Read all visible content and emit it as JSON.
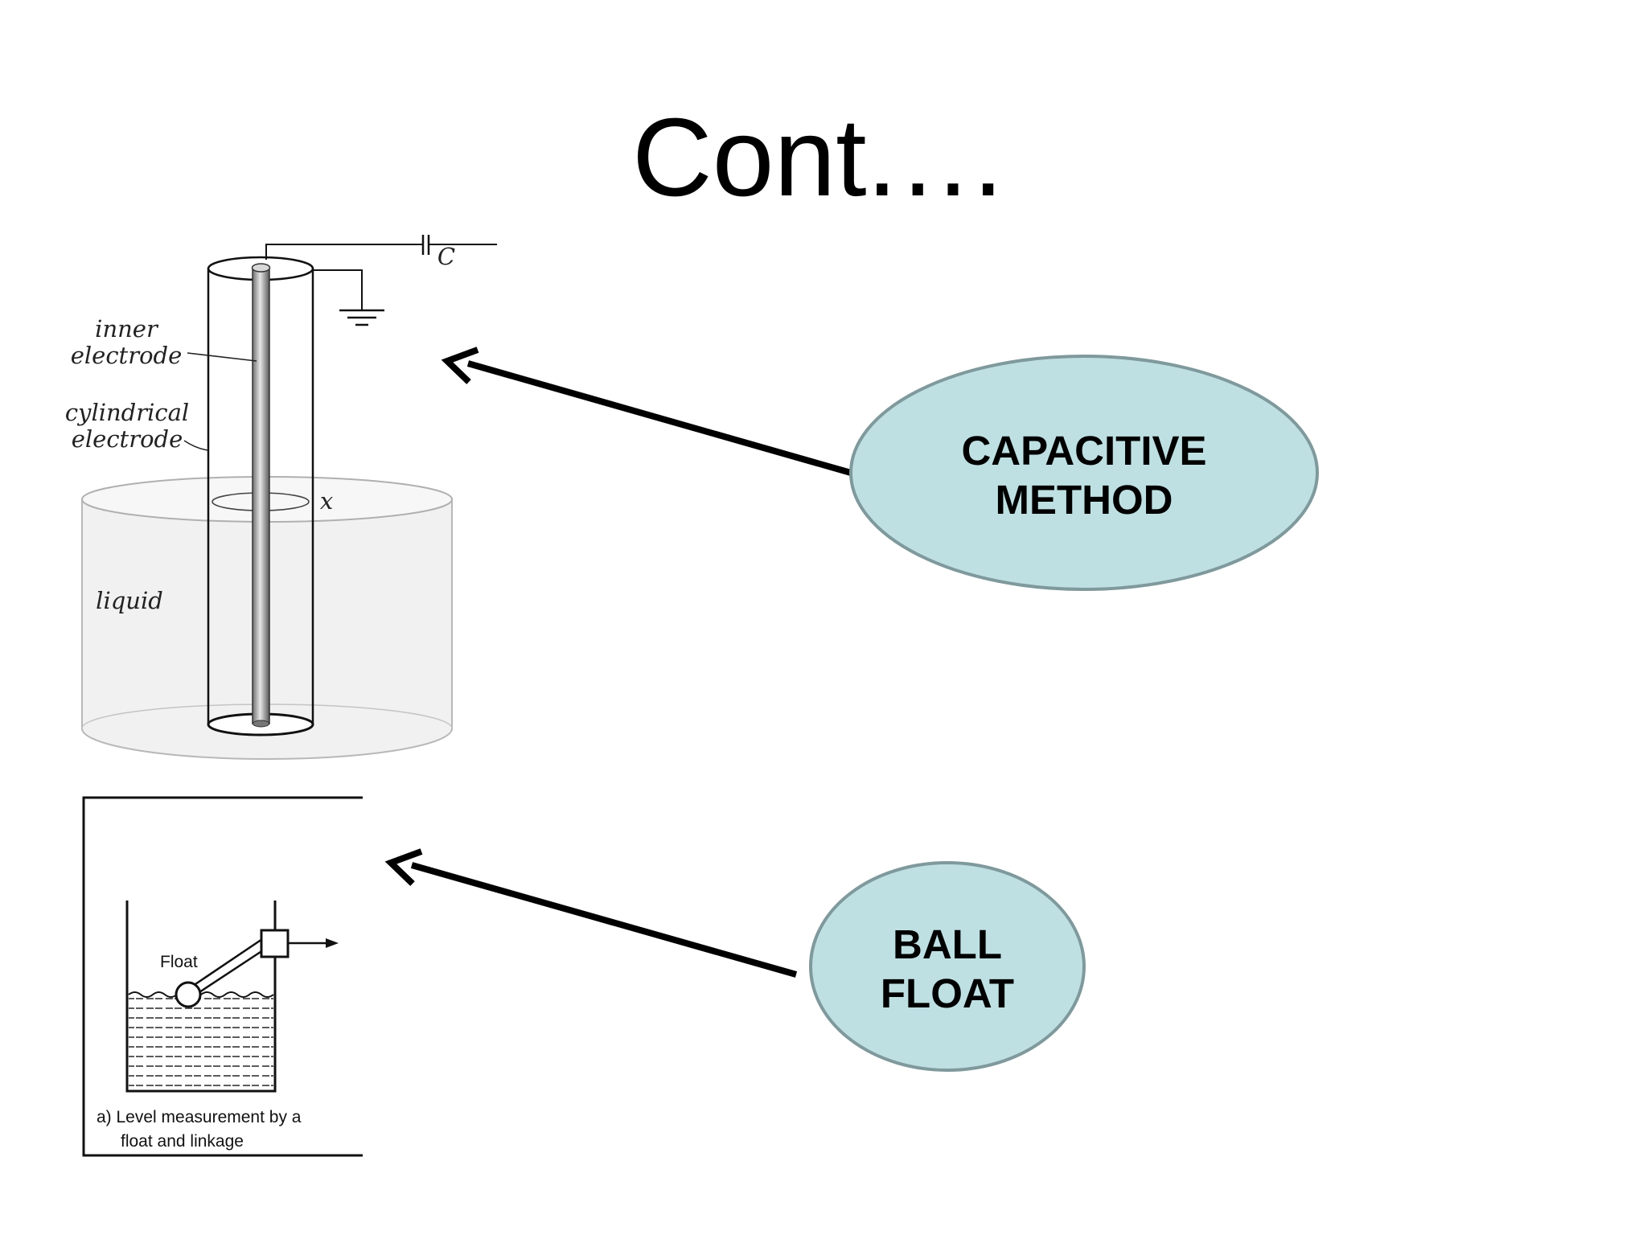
{
  "slide": {
    "title": "Cont.…"
  },
  "colors": {
    "oval_fill": "#bfe0e3",
    "oval_stroke": "#7f999c",
    "arrow": "#000000",
    "liquid_fill": "#f1f1f1"
  },
  "capacitive_figure": {
    "inner_label_line1": "inner",
    "inner_label_line2": "electrode",
    "cyl_label_line1": "cylindrical",
    "cyl_label_line2": "electrode",
    "liquid_label": "liquid",
    "capacitor_label": "C",
    "level_label": "x"
  },
  "float_figure": {
    "float_label": "Float",
    "caption_line1": "a) Level measurement by a",
    "caption_line2": "float and linkage"
  },
  "callouts": {
    "capacitive_line1": "CAPACITIVE",
    "capacitive_line2": "METHOD",
    "ball_line1": "BALL",
    "ball_line2": "FLOAT"
  }
}
